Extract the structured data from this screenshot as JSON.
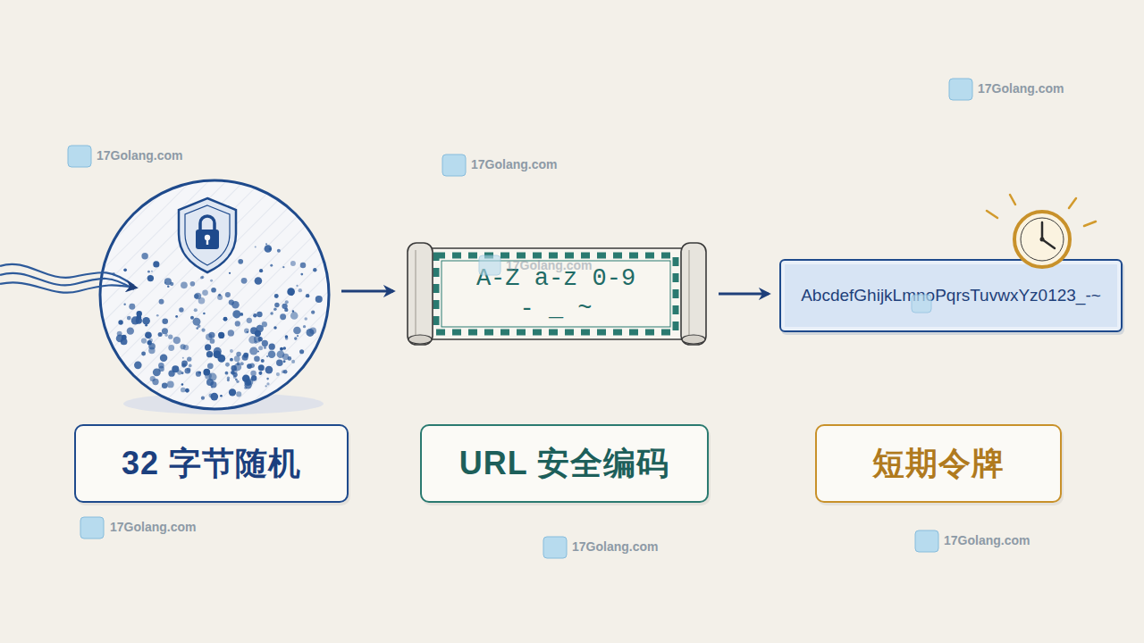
{
  "diagram": {
    "nodes": [
      {
        "text": [
          "A-Z a-z 0-9",
          "- _ ~"
        ]
      },
      {
        "text": [
          "AbcdefGhijkLmnoPqrsTuvwxYz0123_-~"
        ]
      },
      {
        "text": [
          "32 字节随机"
        ]
      },
      {
        "text": [
          "URL 安全编码"
        ]
      },
      {
        "text": [
          "短期令牌"
        ]
      }
    ],
    "edges": [
      {
        "from": 0,
        "to": 1,
        "arrow": "to"
      }
    ],
    "labels": [
      "17Golang.com",
      "17Golang.com",
      "17Golang.com",
      "17Golang.com",
      "17Golang.com",
      "17Golang.com",
      "17Golang.com"
    ]
  }
}
